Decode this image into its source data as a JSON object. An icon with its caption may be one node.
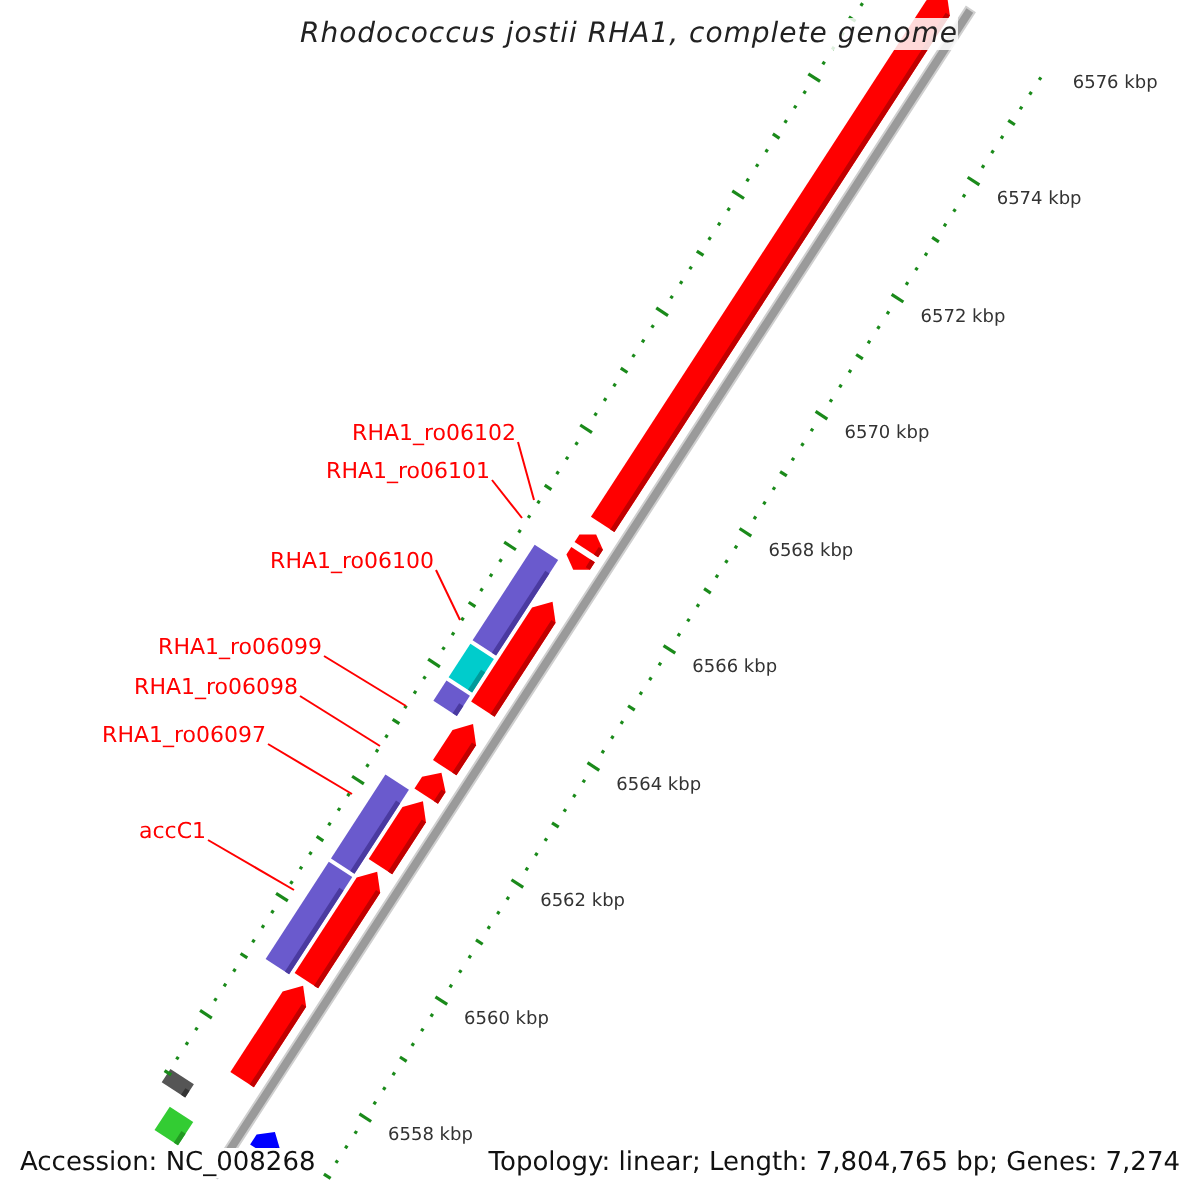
{
  "diagram": {
    "title": "Rhodococcus jostii RHA1, complete genome",
    "nodes": [
      {
        "text": [
          "RHA1_ro06102"
        ]
      },
      {
        "text": [
          "RHA1_ro06101"
        ]
      },
      {
        "text": [
          "RHA1_ro06100"
        ]
      },
      {
        "text": [
          "RHA1_ro06099"
        ]
      },
      {
        "text": [
          "RHA1_ro06098"
        ]
      },
      {
        "text": [
          "RHA1_ro06097"
        ]
      },
      {
        "text": [
          "accC1"
        ]
      }
    ],
    "edges": [
      {
        "from": 0,
        "to": null,
        "arrow": "none"
      },
      {
        "from": 1,
        "to": null,
        "arrow": "none"
      },
      {
        "from": 2,
        "to": null,
        "arrow": "none"
      },
      {
        "from": 3,
        "to": null,
        "arrow": "none"
      },
      {
        "from": 4,
        "to": null,
        "arrow": "none"
      },
      {
        "from": 5,
        "to": null,
        "arrow": "none"
      },
      {
        "from": 6,
        "to": null,
        "arrow": "none"
      }
    ],
    "labels": [
      "6576 kbp",
      "6574 kbp",
      "6572 kbp",
      "6570 kbp",
      "6568 kbp",
      "6566 kbp",
      "6564 kbp",
      "6562 kbp",
      "6560 kbp",
      "6558 kbp",
      "Accession: NC_008268",
      "Topology: linear; Length: 7,804,765 bp; Genes: 7,274"
    ]
  }
}
